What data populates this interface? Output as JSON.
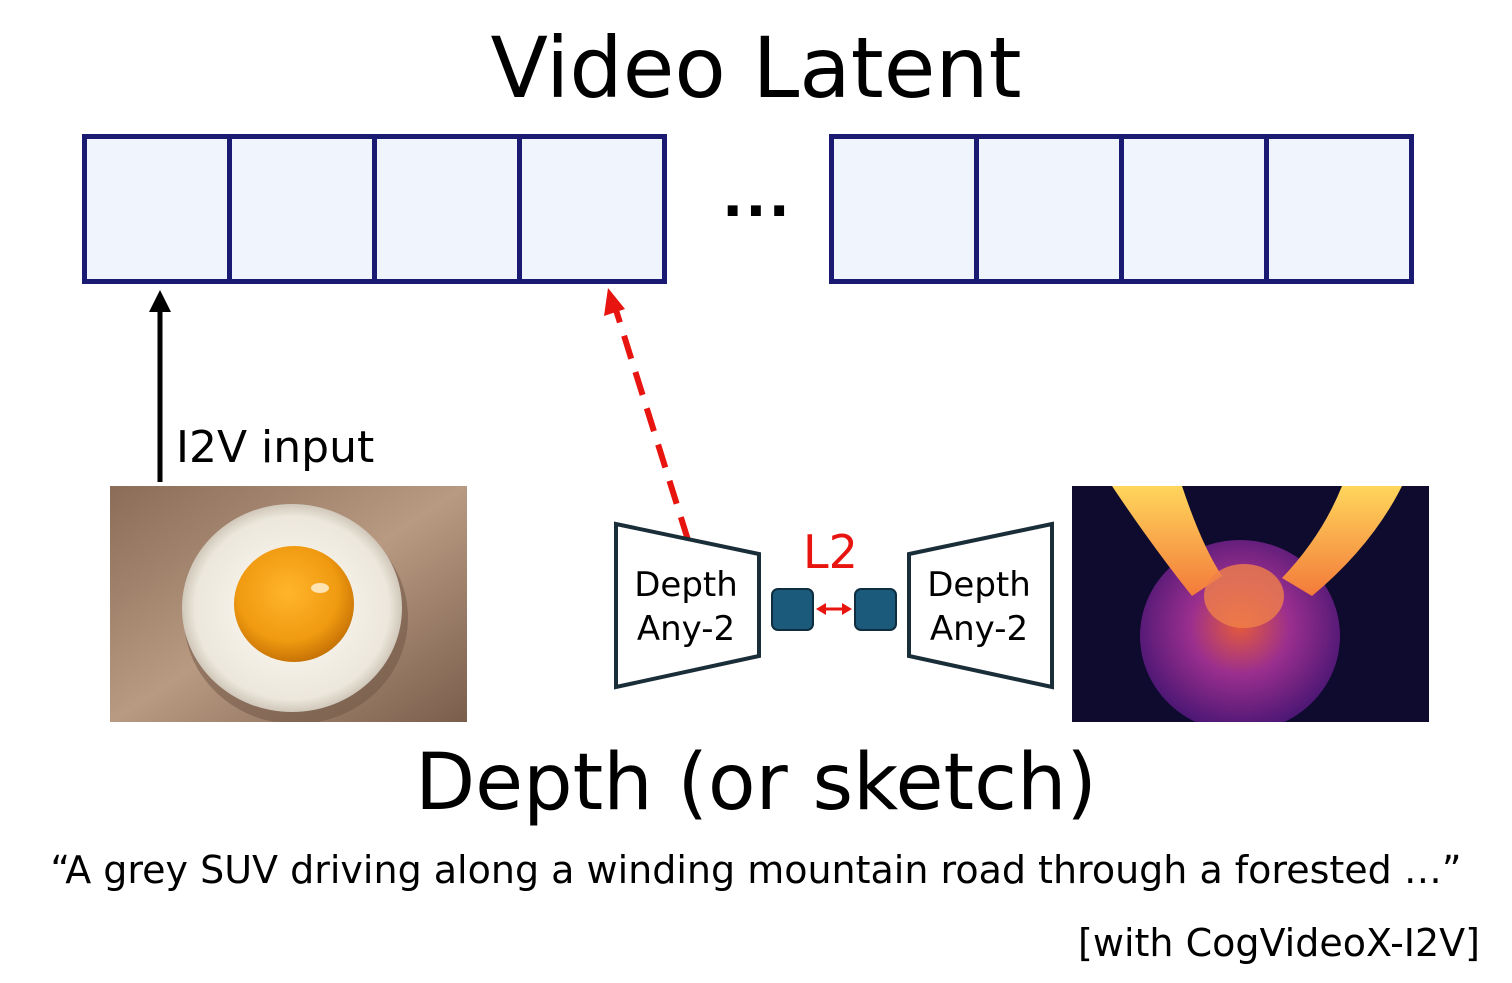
{
  "title": "Video Latent",
  "latent": {
    "ellipsis": "...",
    "left_cell_count": 4,
    "right_cell_count": 4,
    "cell_fill": "#eff4fd",
    "cell_border": "#1a1a73"
  },
  "i2v_label": "I2V input",
  "images": {
    "input_photo": "egg-on-bread-photo",
    "depth_map": "depth-map-image"
  },
  "encoders": {
    "left_line1": "Depth",
    "left_line2": "Any-2",
    "right_line1": "Depth",
    "right_line2": "Any-2"
  },
  "loss_label": "L2",
  "subtitle": "Depth (or sketch)",
  "prompt": "“A grey SUV driving along a winding mountain road through a forested …”",
  "note": "[with CogVideoX-I2V]",
  "colors": {
    "arrow_black": "#000000",
    "arrow_red": "#e8140f",
    "feature_box": "#1b5a7a"
  }
}
